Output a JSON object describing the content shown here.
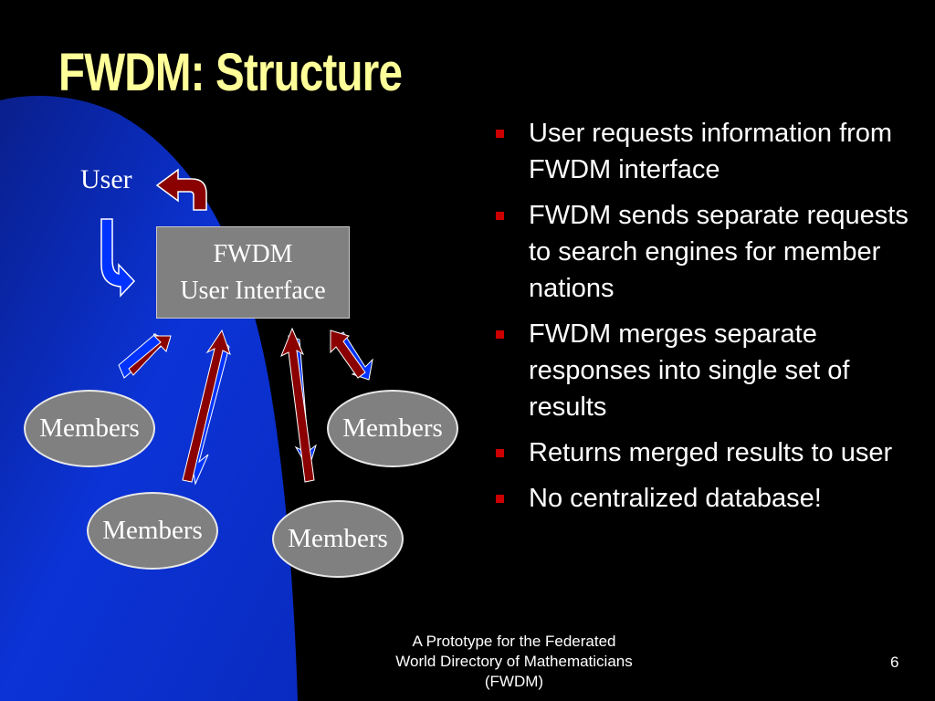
{
  "slide": {
    "title": "FWDM: Structure",
    "page_number": "6",
    "footer_lines": [
      "A Prototype for the Federated",
      "World Directory of Mathematicians",
      "(FWDM)"
    ]
  },
  "diagram": {
    "user_label": "User",
    "interface_lines": [
      "FWDM",
      "User Interface"
    ],
    "members": [
      "Members",
      "Members",
      "Members",
      "Members"
    ]
  },
  "bullets": [
    "User requests information from FWDM interface",
    "FWDM sends separate requests to search engines for member nations",
    "FWDM merges separate responses into single set of results",
    "Returns merged results to user",
    "No centralized database!"
  ],
  "colors": {
    "background": "#000000",
    "blue_shape": "#0a2fd0",
    "title": "#ffff99",
    "bullet": "#cc0000",
    "red_arrow": "#8b0000",
    "blue_arrow": "#0033ff",
    "box_fill": "#808080"
  }
}
